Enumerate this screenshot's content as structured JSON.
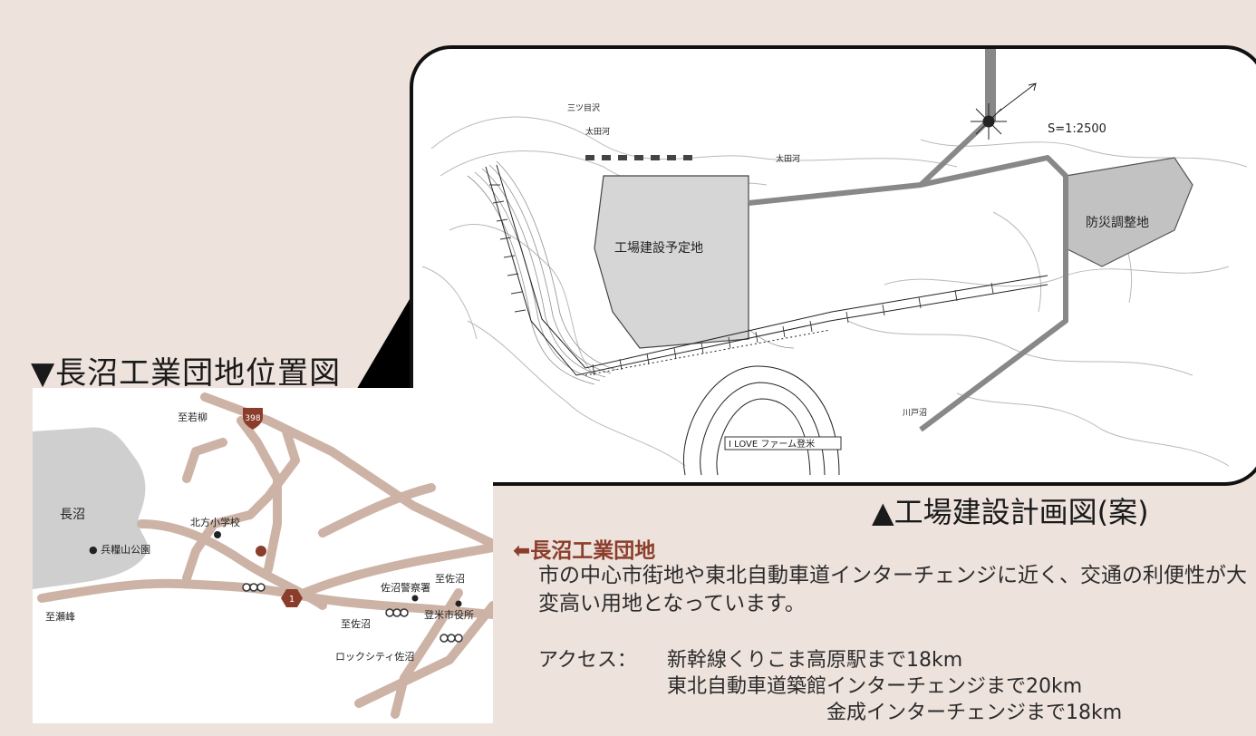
{
  "location_map": {
    "title": "▼長沼工業団地位置図",
    "labels": {
      "wakayanagi": "至若柳",
      "route398": "398",
      "naganuma": "長沼",
      "kitakata_school": "北方小学校",
      "hyorosan_park": "● 兵糧山公園",
      "to_sanuma_east": "至佐沼",
      "sanuma_police": "佐沼警察署",
      "route1": "1",
      "to_sanuma_mid": "至佐沼",
      "tome_city_hall": "登米市役所",
      "to_sehmine": "至瀬峰",
      "rock_city": "ロックシティ佐沼"
    },
    "colors": {
      "road": "#cdb3a6",
      "lake": "#cfcfcf",
      "marker": "#8b3d2b"
    }
  },
  "plan_map": {
    "caption": "▲工場建設計画図(案)",
    "labels": {
      "mitsume": "三ツ目沢",
      "otagawa_left": "太田河",
      "otagawa_right": "太田河",
      "scale": "S=1:2500",
      "factory_site": "工場建設予定地",
      "disaster_pond": "防災調整地",
      "kawatonuma": "川戸沼",
      "farm": "I LOVE ファーム登米"
    }
  },
  "description": {
    "heading": "⬅長沼工業団地",
    "body": "市の中心市街地や東北自動車道インターチェンジに近く、交通の利便性が大変高い用地となっています。",
    "access_label": "アクセス：",
    "access_lines": [
      "新幹線くりこま高原駅まで18km",
      "東北自動車道築館インターチェンジまで20km",
      "金成インターチェンジまで18km"
    ]
  }
}
